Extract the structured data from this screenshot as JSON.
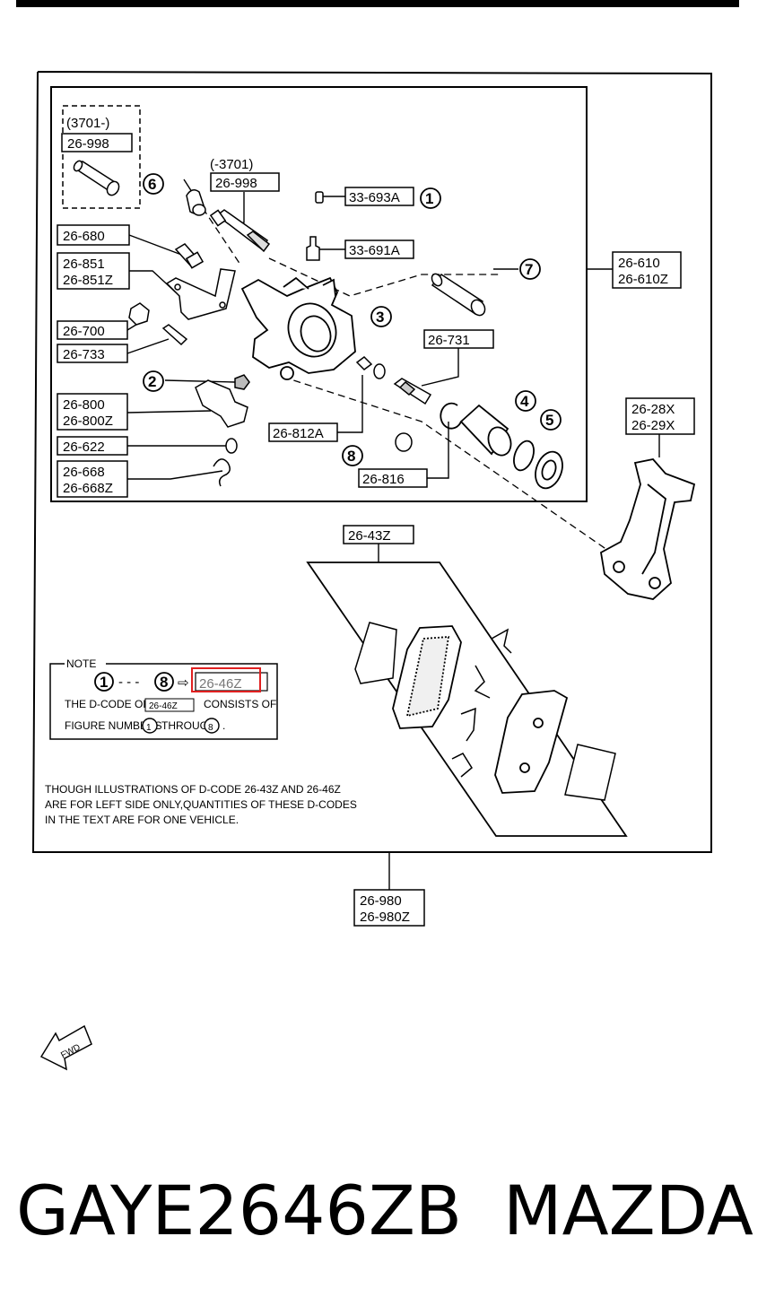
{
  "diagram": {
    "top_title": "",
    "labels": {
      "p3701a": "(3701-)",
      "p26_998a": "26-998",
      "p3701b": "(-3701)",
      "p26_998b": "26-998",
      "p33_693a": "33-693A",
      "p33_691a": "33-691A",
      "p26_680": "26-680",
      "p26_851": "26-851",
      "p26_851z": "26-851Z",
      "p26_700": "26-700",
      "p26_733": "26-733",
      "p26_731": "26-731",
      "p26_800": "26-800",
      "p26_800z": "26-800Z",
      "p26_812a": "26-812A",
      "p26_622": "26-622",
      "p26_668": "26-668",
      "p26_668z": "26-668Z",
      "p26_816": "26-816",
      "p26_610": "26-610",
      "p26_610z": "26-610Z",
      "p26_28x": "26-28X",
      "p26_29x": "26-29X",
      "p26_43z": "26-43Z",
      "p26_980": "26-980",
      "p26_980z": "26-980Z"
    },
    "circled_numbers": [
      "1",
      "2",
      "3",
      "4",
      "5",
      "6",
      "7",
      "8"
    ],
    "note": {
      "heading": "NOTE",
      "range_from": "1",
      "range_dots": "- - -",
      "range_to": "8",
      "arrow": "⇨",
      "target_code": "26-46Z",
      "line1_a": "THE D-CODE OF",
      "line1_code": "26-46Z",
      "line1_b": "CONSISTS OF",
      "line2_a": "FIGURE NUMBERS",
      "line2_from": "1",
      "line2_mid": "THROUGH",
      "line2_to": "8",
      "line2_end": "."
    },
    "footnote": [
      "THOUGH ILLUSTRATIONS OF D-CODE 26-43Z AND 26-46Z",
      "ARE FOR LEFT SIDE ONLY,QUANTITIES OF THESE D-CODES",
      "IN THE TEXT ARE FOR ONE VEHICLE."
    ],
    "fwd": "FWD",
    "highlight_color": "#e02020"
  },
  "caption": {
    "part_number": "GAYE2646ZB",
    "brand": "MAZDA"
  }
}
